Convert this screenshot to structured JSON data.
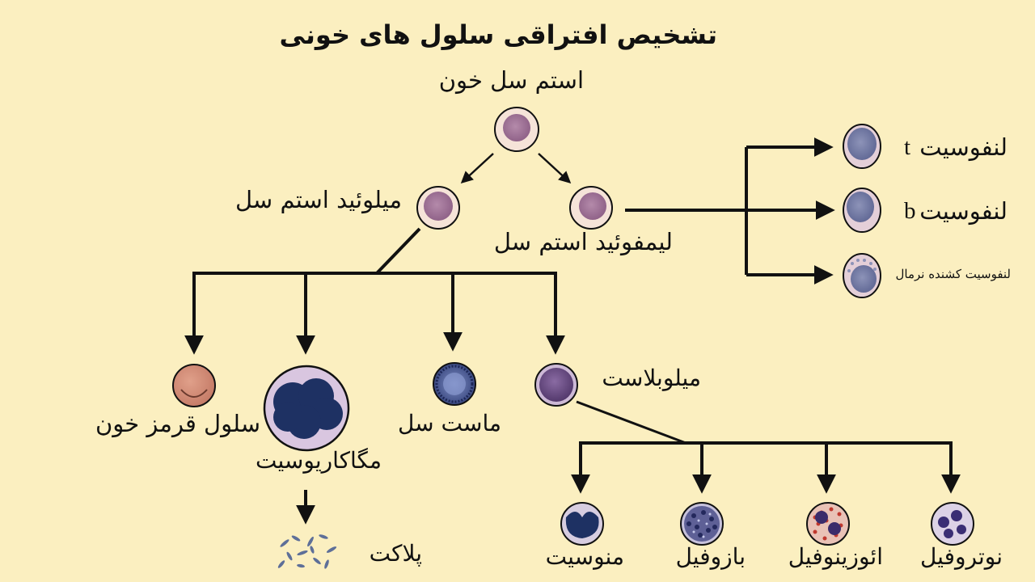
{
  "title": "تشخیص افتراقی سلول های خونی",
  "nodes": {
    "stem_cell": "استم سل خون",
    "myeloid_stem": "میلوئید استم سل",
    "lymphoid_stem": "لیمفوئید استم سل",
    "t_cell": "لنفوسیت",
    "t_cell_letter": "t",
    "b_cell": "لنفوسیت",
    "b_cell_letter": "b",
    "nk_cell": "لنفوسیت کشنده نرمال",
    "rbc": "سلول قرمز خون",
    "megakaryocyte": "مگاکاریوسیت",
    "mast_cell": "ماست سل",
    "myeloblast": "میلوبلاست",
    "platelet": "پلاکت",
    "monocyte": "منوسیت",
    "basophil": "بازوفیل",
    "eosinophil": "ائوزینوفیل",
    "neutrophil": "نوتروفیل"
  },
  "colors": {
    "background": "#fbefc0",
    "line": "#111111",
    "stem_cytoplasm": "#f5e3d8",
    "stem_nucleus": "#a5789c",
    "lymph_nucleus": "#7a80a8",
    "rbc": "#d08c76",
    "megakaryocyte_nucleus": "#1e3163",
    "mast_cell": "#3b4d8c",
    "myeloblast": "#6b4c85",
    "eosinophil_granules": "#c0382e"
  }
}
